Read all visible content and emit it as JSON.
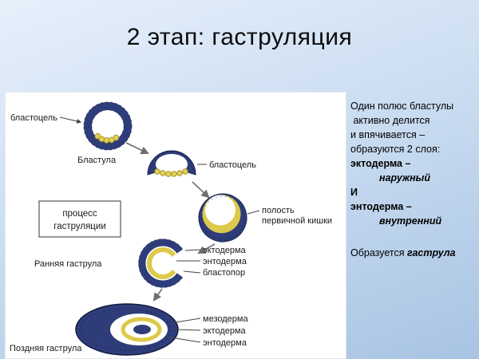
{
  "slide": {
    "title": "2 этап: гаструляция"
  },
  "diagram": {
    "blastocoel_top": "бластоцель",
    "blastula": "Бластула",
    "blastocoel_mid": "бластоцель",
    "cavity_line1": "полость",
    "cavity_line2": "первичной кишки",
    "process_line1": "процесс",
    "process_line2": "гаструляции",
    "early_gastrula": "Ранняя гаструла",
    "ectoderm_early": "эктодерма",
    "endoderm_early": "энтодерма",
    "blastopore": "бластопор",
    "late_gastrula": "Поздняя гаструла",
    "mesoderm": "мезодерма",
    "ectoderm_late": "эктодерма",
    "endoderm_late": "энтодерма"
  },
  "sidebar": {
    "line1": "Один полюс бластулы",
    "line2": " активно делится",
    "line3": "и впячивается –",
    "line4": "образуются 2 слоя:",
    "line5": "эктодерма –",
    "line6": "наружный",
    "line7": "И",
    "line8": "энтодерма –",
    "line9": "внутренний",
    "line10_normal": "Образуется ",
    "line10_bold": "гаструла"
  },
  "colors": {
    "ectoderm_layer": "#2e3d7a",
    "endoderm_layer": "#ddc94a",
    "slide_background": "#cfe0f3",
    "panel_background": "#ffffff"
  }
}
